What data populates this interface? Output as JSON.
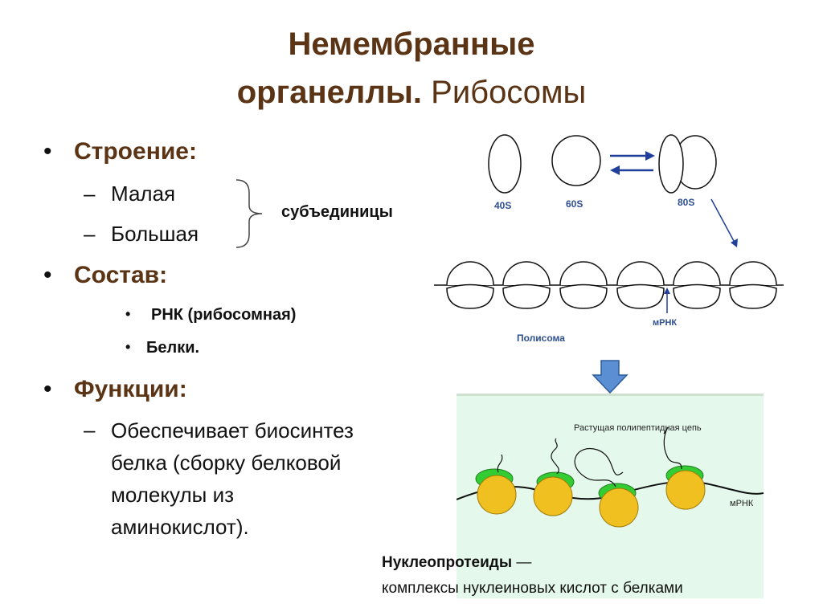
{
  "title": {
    "line1": "Немембранные",
    "line2_bold": "органеллы.",
    "line2_normal": "Рибосомы"
  },
  "bullet_symbol": "•",
  "dash_symbol": "–",
  "sections": {
    "structure": {
      "heading": "Строение:",
      "items": [
        "Малая",
        "Большая"
      ],
      "group_label": "субъединицы"
    },
    "composition": {
      "heading": "Состав:",
      "items": [
        "РНК (рибосомная)",
        "Белки."
      ]
    },
    "functions": {
      "heading": "Функции:",
      "lines": [
        "Обеспечивает биосинтез",
        "белка (сборку белковой",
        "молекулы из",
        "аминокислот)."
      ]
    }
  },
  "figure_top": {
    "labels": {
      "small": "40S",
      "large": "60S",
      "whole": "80S",
      "mrna": "мРНК",
      "polysome": "Полисома"
    }
  },
  "figure_bottom": {
    "labels": {
      "chain": "Растущая полипептидная цепь",
      "mrna": "мРНК"
    },
    "colors": {
      "ribosome": "#f0c020",
      "cap": "#33cc33",
      "background": "#e4f9ec"
    }
  },
  "footer": {
    "term": "Нуклеопротеиды",
    "dash": " —",
    "definition": "комплексы нуклеиновых кислот с белками"
  }
}
